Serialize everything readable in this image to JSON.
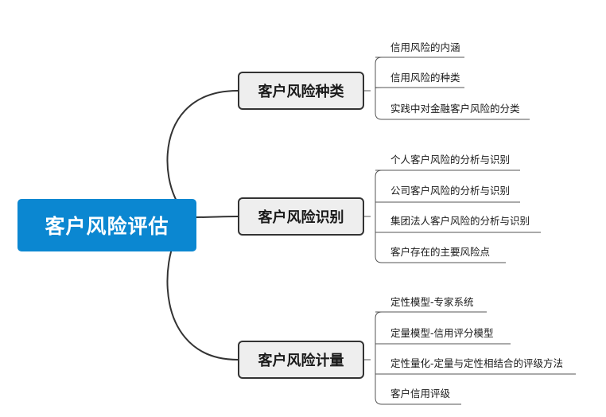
{
  "root": {
    "label": "客户风险评估"
  },
  "branches": [
    {
      "label": "客户风险种类",
      "items": [
        "信用风险的内涵",
        "信用风险的种类",
        "实践中对金融客户风险的分类"
      ]
    },
    {
      "label": "客户风险识别",
      "items": [
        "个人客户风险的分析与识别",
        "公司客户风险的分析与识别",
        "集团法人客户风险的分析与识别",
        "客户存在的主要风险点"
      ]
    },
    {
      "label": "客户风险计量",
      "items": [
        "定性模型-专家系统",
        "定量模型-信用评分模型",
        "定性量化-定量与定性相结合的评级方法",
        "客户信用评级"
      ]
    }
  ],
  "colors": {
    "root_fill": "#0b87d1",
    "branch_fill": "#eeeeee",
    "line": "#333333",
    "leaf_underline": "#555555"
  }
}
